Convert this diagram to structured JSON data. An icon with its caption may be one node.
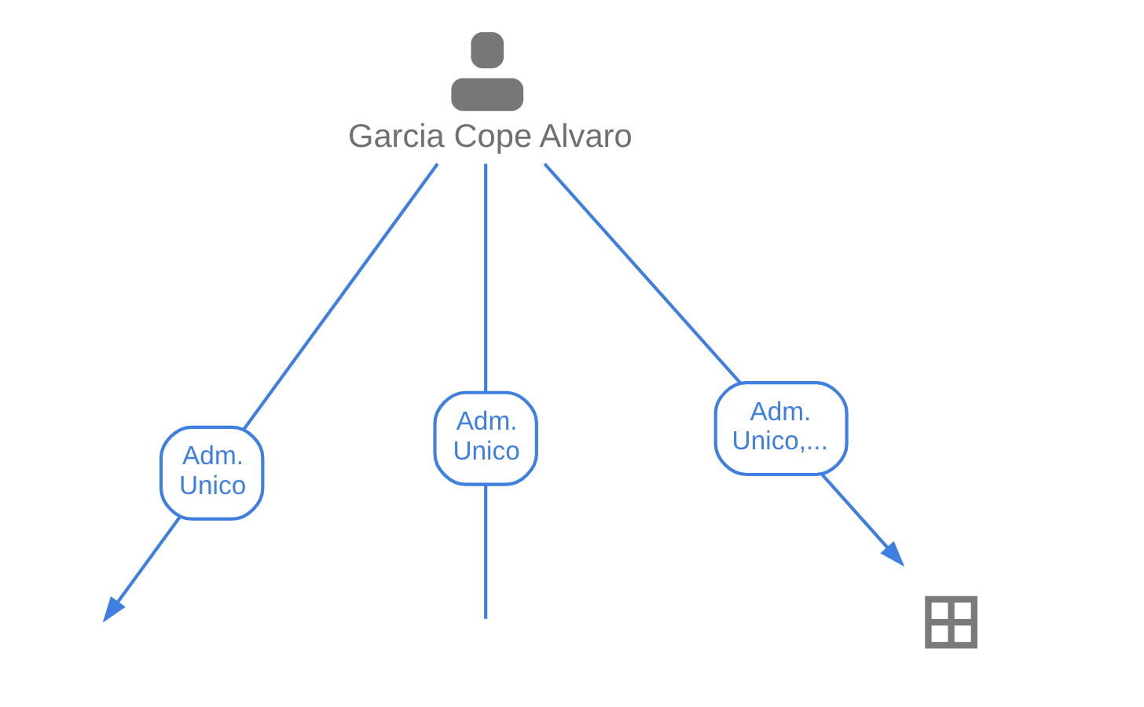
{
  "diagram": {
    "nodes": [
      {
        "text": [
          "Garcia Cope Alvaro"
        ]
      },
      {
        "text": [],
        "shape": "picture"
      }
    ],
    "edges": [
      {
        "from": 0,
        "to": null,
        "arrow": "to",
        "label": "Adm. Unico"
      },
      {
        "from": 0,
        "to": null,
        "arrow": "none",
        "label": "Adm. Unico"
      },
      {
        "from": 0,
        "to": 1,
        "arrow": "to",
        "label": "Adm. Unico,..."
      }
    ]
  }
}
